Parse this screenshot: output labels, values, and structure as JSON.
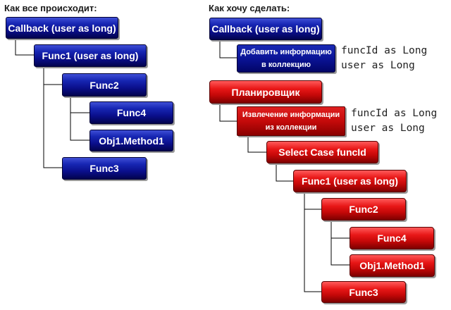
{
  "headings": {
    "left": "Как все происходит:",
    "right": "Как хочу сделать:"
  },
  "left_tree": {
    "callback": "Callback (user as long)",
    "func1": "Func1 (user as long)",
    "func2": "Func2",
    "func4": "Func4",
    "obj1_method1": "Obj1.Method1",
    "func3": "Func3"
  },
  "right_tree": {
    "callback": "Callback (user as long)",
    "add_info": "Добавить информацию в коллекцию",
    "scheduler": "Планировщик",
    "extract_info": "Извлечение информации из коллекции",
    "select_case": "Select Case funcId",
    "func1": "Func1 (user as long)",
    "func2": "Func2",
    "func4": "Func4",
    "obj1_method1": "Obj1.Method1",
    "func3": "Func3"
  },
  "notes": {
    "add_info": {
      "line1": "funcId as Long",
      "line2": "user as Long"
    },
    "extract_info": {
      "line1": "funcId as Long",
      "line2": "user as Long"
    }
  },
  "colors": {
    "blue_node": "#0a0e8a",
    "red_node": "#c40808",
    "connector": "#000000"
  }
}
